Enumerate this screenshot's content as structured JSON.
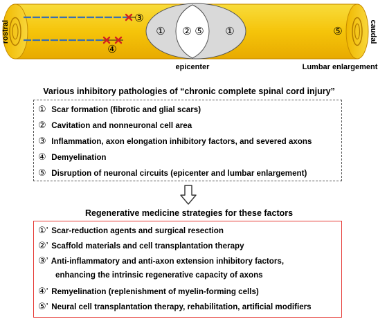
{
  "diagram": {
    "rostral_label": "rostral",
    "caudal_label": "caudal",
    "epicenter_label": "epicenter",
    "lumbar_label": "Lumbar enlargement",
    "markers": {
      "scar_left": "①",
      "cavity_2": "②",
      "circuit_5": "⑤",
      "scar_right": "①",
      "lumbar_5": "⑤",
      "axon_3": "③",
      "demyelination_4": "④"
    }
  },
  "pathologies": {
    "title": "Various inhibitory pathologies of “chronic complete spinal cord injury”",
    "items": [
      {
        "num": "①",
        "text": "Scar formation (fibrotic and glial scars)"
      },
      {
        "num": "②",
        "text": "Cavitation and nonneuronal cell area"
      },
      {
        "num": "③",
        "text": "Inflammation, axon elongation inhibitory factors, and severed axons"
      },
      {
        "num": "④",
        "text": "Demyelination"
      },
      {
        "num": "⑤",
        "text": "Disruption of neuronal circuits (epicenter and lumbar enlargement)"
      }
    ]
  },
  "strategies": {
    "title": "Regenerative medicine strategies for these factors",
    "items": [
      {
        "num": "①’",
        "text": "Scar-reduction agents and surgical resection"
      },
      {
        "num": "②’",
        "text": "Scaffold materials and cell transplantation therapy"
      },
      {
        "num": "③’",
        "text": "Anti-inflammatory and anti-axon extension inhibitory factors,"
      },
      {
        "num": "",
        "text": "enhancing the intrinsic regenerative capacity of axons"
      },
      {
        "num": "④’",
        "text": "Remyelination (replenishment of myelin-forming cells)"
      },
      {
        "num": "⑤’",
        "text": "Neural cell transplantation therapy, rehabilitation, artificial modifiers"
      }
    ]
  },
  "colors": {
    "cord_fill": "#f5c40a",
    "cord_edge": "#c68a00",
    "lesion_fill": "#d9d9d9",
    "axon": "#3a6fb0",
    "cut_mark": "#d32020",
    "strategy_border": "#e53935"
  }
}
